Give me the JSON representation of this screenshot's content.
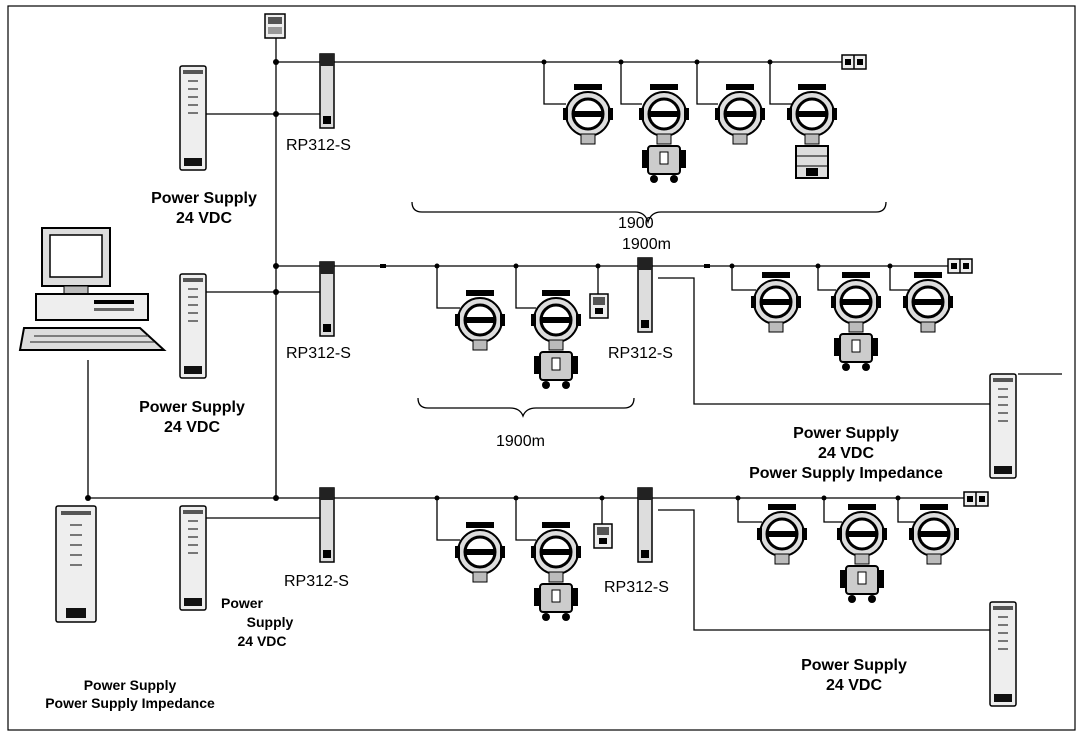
{
  "labels": {
    "repeater": "RP312-S",
    "power_supply": "Power Supply",
    "vdc": "24 VDC",
    "impedance": "Power Supply Impedance",
    "power": "Power",
    "supply": "Supply",
    "distance": "1900m",
    "distance_partial": "1900"
  },
  "icons": {
    "transmitter": "pressure-transmitter-icon",
    "differential": "differential-pressure-transmitter-icon",
    "terminator": "bus-terminator-icon",
    "repeater": "repeater-module-icon",
    "power_supply": "power-supply-unit-icon",
    "computer": "computer-workstation-icon"
  },
  "colors": {
    "line": "#000000",
    "background": "#ffffff",
    "device_fill": "#e6e6e6"
  }
}
